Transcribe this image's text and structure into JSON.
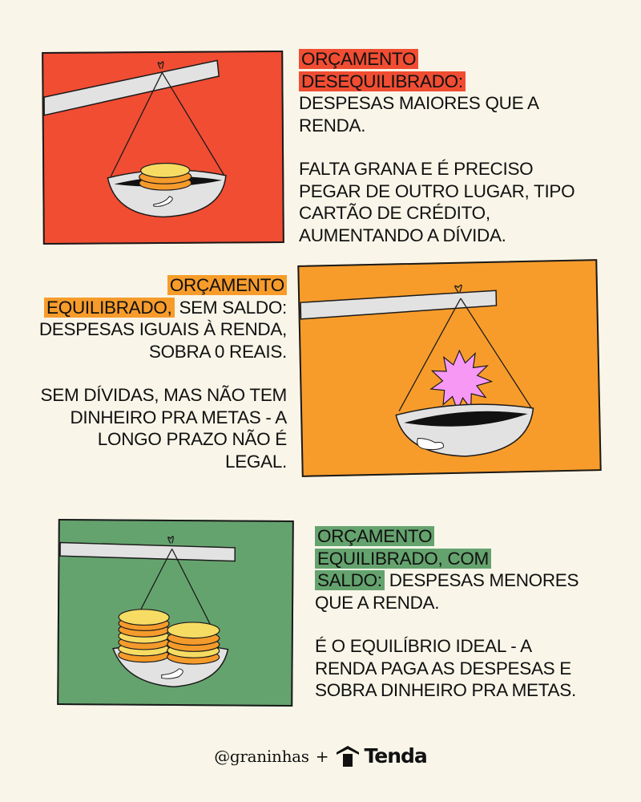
{
  "colors": {
    "background": "#f9f6e9",
    "red": "#f04d33",
    "orange": "#f79c2b",
    "green": "#65a36e",
    "coin_light": "#f7dc64",
    "coin_dark": "#f59b2b",
    "bowl": "#e2e2e2",
    "star": "#f798f5"
  },
  "sections": [
    {
      "id": "desequilibrado",
      "highlight_color": "#f04d33",
      "highlight_lines": [
        "ORÇAMENTO",
        "DESEQUILIBRADO:"
      ],
      "rest": "DESPESAS MAIORES QUE A RENDA.",
      "paragraph2": "FALTA GRANA E É PRECISO PEGAR DE OUTRO LUGAR, TIPO CARTÃO DE CRÉDITO, AUMENTANDO A DÍVIDA.",
      "illustration": "scale-with-few-coins"
    },
    {
      "id": "equilibrado-sem-saldo",
      "highlight_color": "#f79c2b",
      "highlight_lines": [
        "ORÇAMENTO",
        "EQUILIBRADO,"
      ],
      "rest": "SEM SALDO: DESPESAS IGUAIS À RENDA, SOBRA 0 REAIS.",
      "paragraph2": "SEM DÍVIDAS, MAS NÃO TEM DINHEIRO PRA METAS - A LONGO PRAZO NÃO É LEGAL.",
      "illustration": "scale-with-empty-burst"
    },
    {
      "id": "equilibrado-com-saldo",
      "highlight_color": "#65a36e",
      "highlight_lines": [
        "ORÇAMENTO",
        "EQUILIBRADO, COM",
        "SALDO:"
      ],
      "rest": "DESPESAS MENORES QUE A RENDA.",
      "paragraph2": "É O EQUILÍBRIO IDEAL - A RENDA PAGA AS DESPESAS E SOBRA DINHEIRO PRA METAS.",
      "illustration": "scale-with-many-coins"
    }
  ],
  "footer": {
    "handle": "@graninhas",
    "plus": "+",
    "brand": "Tenda"
  }
}
